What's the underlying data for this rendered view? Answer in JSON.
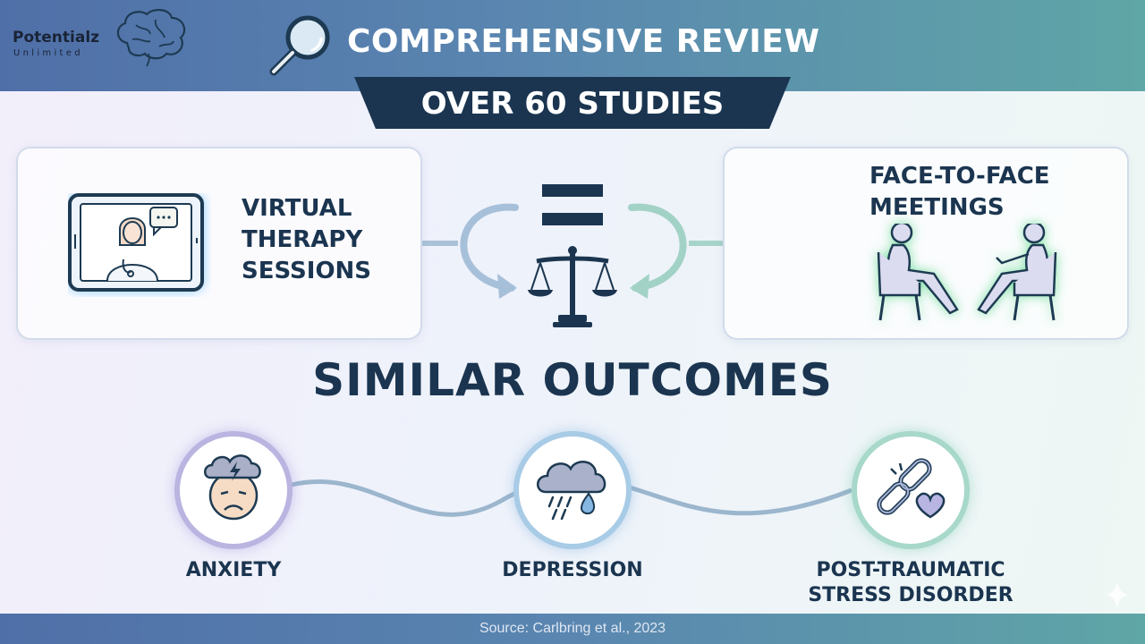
{
  "logo": {
    "name": "Potentialz",
    "sub": "Unlimited"
  },
  "header": {
    "title": "COMPREHENSIVE REVIEW",
    "ribbon": "OVER 60 STUDIES"
  },
  "virtual": {
    "line1": "VIRTUAL",
    "line2": "THERAPY",
    "line3": "SESSIONS",
    "icon": "tablet-doctor-icon"
  },
  "face": {
    "line1": "FACE-TO-FACE",
    "line2": "MEETINGS",
    "icon": "two-people-chairs-icon"
  },
  "center": {
    "equals_icon": "equals-icon",
    "scale_icon": "balance-scale-icon"
  },
  "result": {
    "title": "SIMILAR OUTCOMES"
  },
  "outcomes": [
    {
      "label": "ANXIETY",
      "icon": "anxious-face-icon"
    },
    {
      "label": "DEPRESSION",
      "icon": "rain-cloud-icon"
    },
    {
      "line1": "POST-TRAUMATIC",
      "line2": "STRESS DISORDER",
      "icon": "broken-chain-heart-icon"
    }
  ],
  "footer": {
    "source": "Source: Carlbring et al., 2023"
  },
  "colors": {
    "navy": "#1b3550",
    "header_blue": "#4f6fa8",
    "header_teal": "#5fa6a6",
    "ribbon": "#1b3550"
  }
}
